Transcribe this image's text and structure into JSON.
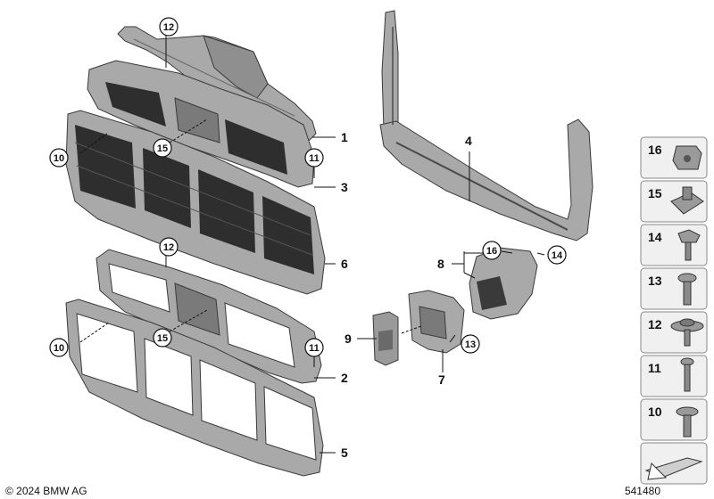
{
  "diagram": {
    "part_labels": {
      "p1": "1",
      "p2": "2",
      "p3": "3",
      "p4": "4",
      "p5": "5",
      "p6": "6",
      "p7": "7",
      "p8": "8",
      "p9": "9"
    },
    "callouts": {
      "c12a": "12",
      "c15a": "15",
      "c10a": "10",
      "c11a": "11",
      "c12b": "12",
      "c15b": "15",
      "c10b": "10",
      "c11b": "11",
      "c16": "16",
      "c14": "14",
      "c13": "13"
    },
    "fastener_panel": [
      "16",
      "15",
      "14",
      "13",
      "12",
      "11",
      "10"
    ]
  },
  "footer": {
    "copyright": "© 2024 BMW AG",
    "diagram_id": "541480"
  },
  "colors": {
    "part_fill": "#a9a9a9",
    "part_dark": "#4a4a4a",
    "grille": "#2e2e2e",
    "line": "#111111",
    "panel_bg": "#f0f0f0"
  }
}
